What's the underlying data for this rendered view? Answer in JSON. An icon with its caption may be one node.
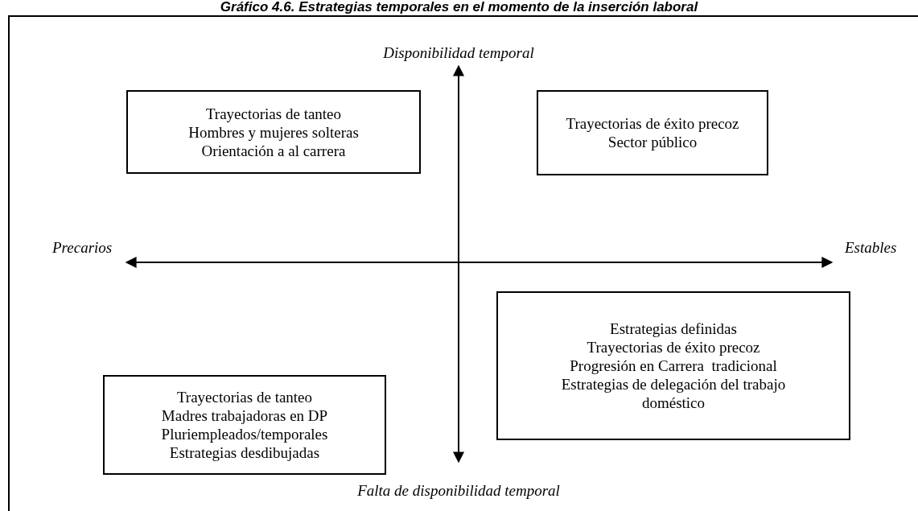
{
  "diagram": {
    "title": "Gráfico 4.6. Estrategias temporales en el momento de la inserción laboral",
    "nodes": [
      {
        "text": [
          "Trayectorias de tanteo",
          "Hombres y mujeres solteras",
          "Orientación a al carrera"
        ]
      },
      {
        "text": [
          "Trayectorias de éxito precoz",
          "Sector público"
        ]
      },
      {
        "text": [
          "Trayectorias de tanteo",
          "Madres trabajadoras en DP",
          "Pluriempleados/temporales",
          "Estrategias desdibujadas"
        ]
      },
      {
        "text": [
          "Estrategias definidas",
          "Trayectorias de éxito precoz",
          "Progresión en Carrera  tradicional",
          "Estrategias de delegación del trabajo doméstico"
        ]
      }
    ],
    "edges": [],
    "labels": [
      "Disponibilidad temporal",
      "Precarios",
      "Estables",
      "Falta de disponibilidad temporal"
    ]
  }
}
